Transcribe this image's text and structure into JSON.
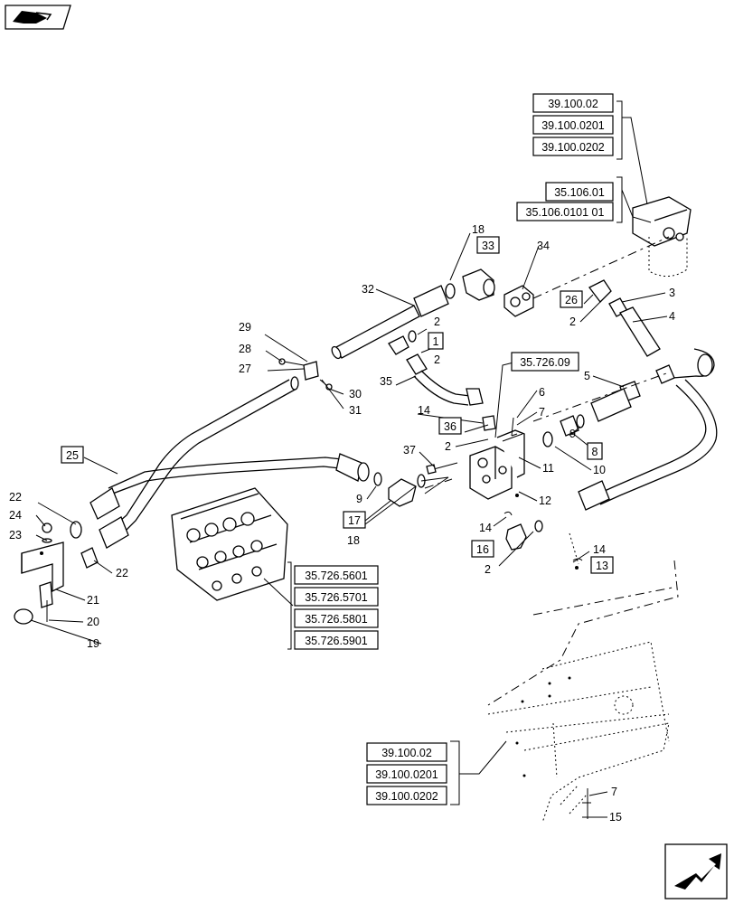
{
  "labels": {
    "l2a": "2",
    "l2b": "2",
    "l2c": "2",
    "l2d": "2",
    "l2e": "2",
    "l3": "3",
    "l4": "4",
    "l5": "5",
    "l6": "6",
    "l7a": "7",
    "l7b": "7",
    "l9a": "9",
    "l9b": "9",
    "l10": "10",
    "l11": "11",
    "l12": "12",
    "l14a": "14",
    "l14b": "14",
    "l14c": "14",
    "l15": "15",
    "l18a": "18",
    "l18b": "18",
    "l19": "19",
    "l20": "20",
    "l21": "21",
    "l22a": "22",
    "l22b": "22",
    "l23": "23",
    "l24": "24",
    "l27": "27",
    "l28": "28",
    "l29": "29",
    "l30": "30",
    "l31": "31",
    "l32": "32",
    "l34": "34",
    "l35": "35",
    "l37": "37"
  },
  "boxed_items": {
    "b1": "1",
    "b8": "8",
    "b13": "13",
    "b16": "16",
    "b17": "17",
    "b25": "25",
    "b26": "26",
    "b33": "33",
    "b36": "36"
  },
  "references": {
    "top_group": [
      "39.100.02",
      "39.100.0201",
      "39.100.0202"
    ],
    "filter_group": [
      "35.106.01",
      "35.106.0101 01"
    ],
    "valve_ref": "35.726.09",
    "valve_group": [
      "35.726.5601",
      "35.726.5701",
      "35.726.5801",
      "35.726.5901"
    ],
    "frame_group": [
      "39.100.02",
      "39.100.0201",
      "39.100.0202"
    ]
  },
  "icons": {
    "top_left": "book-hand-icon",
    "bottom_right": "next-arrow-icon"
  }
}
